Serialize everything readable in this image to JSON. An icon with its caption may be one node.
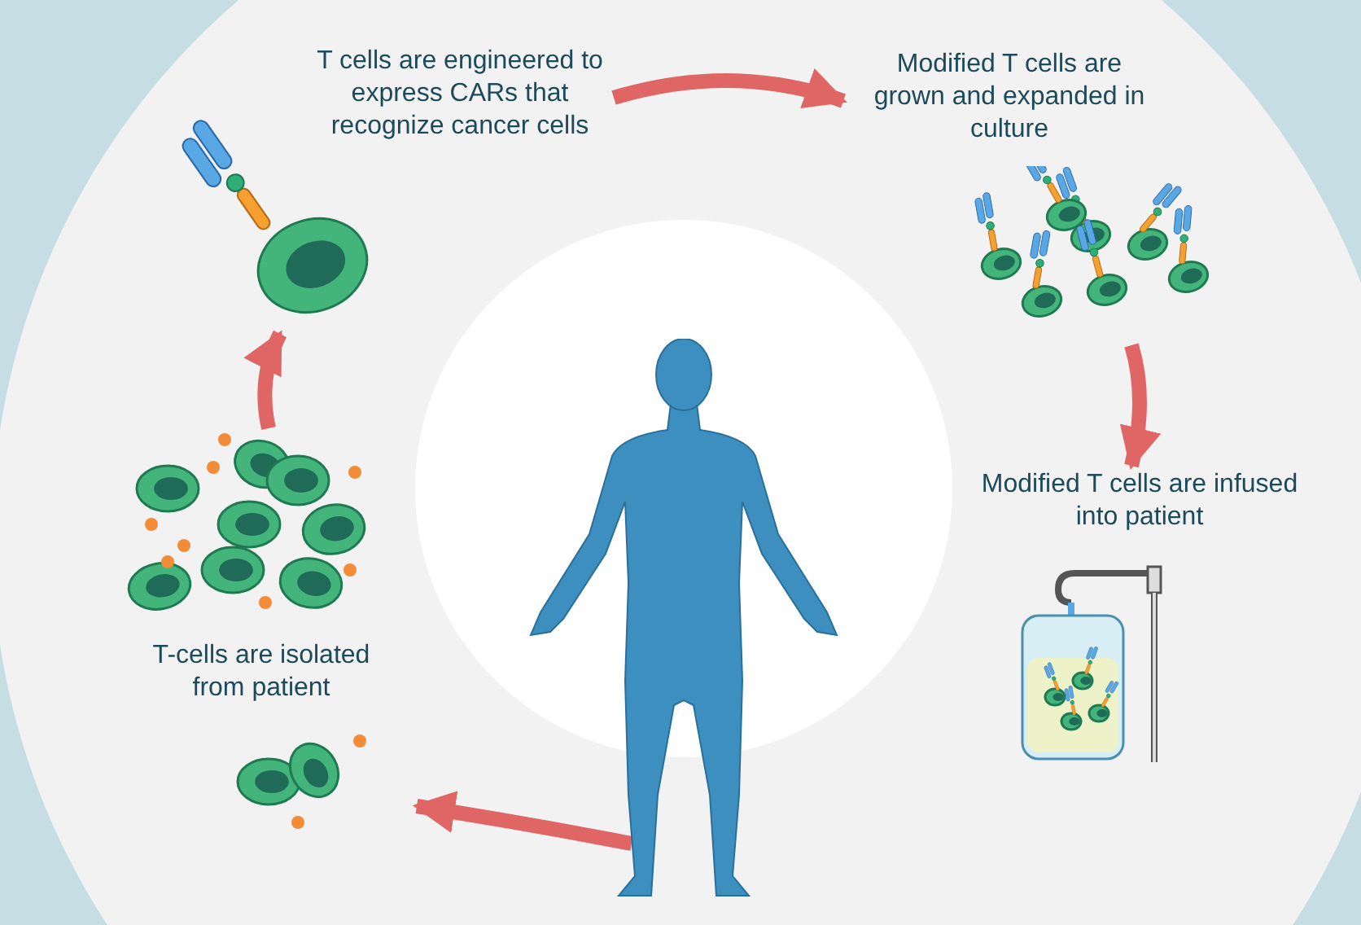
{
  "diagram": {
    "nodes": [
      {
        "text": [
          "T cells are engineered to express CARs that recognize cancer cells"
        ]
      },
      {
        "text": [
          "Modified T cells are grown and expanded in culture"
        ]
      },
      {
        "text": [
          "Modified T cells are infused into patient"
        ]
      },
      {
        "text": [],
        "shape": "person"
      },
      {
        "text": [
          "T-cells are isolated from patient"
        ]
      }
    ],
    "edges": [
      {
        "from": 0,
        "to": 1,
        "arrow": "to"
      },
      {
        "from": 1,
        "to": 2,
        "arrow": "to"
      },
      {
        "from": 3,
        "to": 4,
        "arrow": "to"
      },
      {
        "from": 4,
        "to": 0,
        "arrow": "to"
      }
    ]
  }
}
